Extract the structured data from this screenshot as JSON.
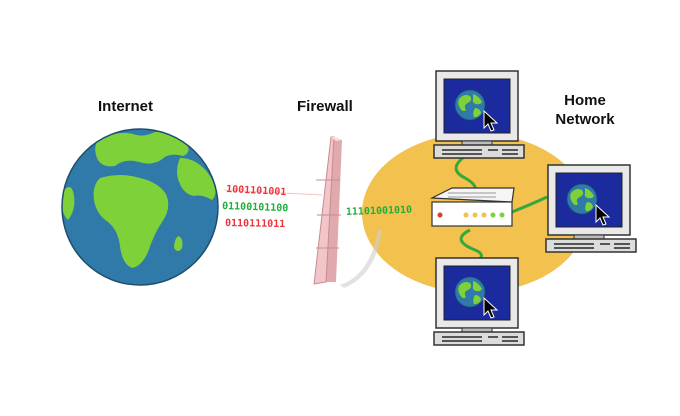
{
  "labels": {
    "internet": "Internet",
    "firewall": "Firewall",
    "home_line1": "Home",
    "home_line2": "Network"
  },
  "bitstreams": {
    "red_top": "1001101001",
    "green_mid": "01100101100",
    "red_bottom": "0110111011",
    "green_after": "11101001010"
  },
  "colors": {
    "ocean": "#2f7aa8",
    "land": "#7fd13a",
    "firewall": "#f2c6c8",
    "home_zone": "#f2c14e",
    "red_bits": "#e8373c",
    "green_bits": "#1fae3c",
    "cable": "#35a83a",
    "screen": "#1b2a9c"
  },
  "icons": [
    "globe-icon",
    "firewall-icon",
    "router-icon",
    "computer-icon",
    "cursor-icon"
  ]
}
